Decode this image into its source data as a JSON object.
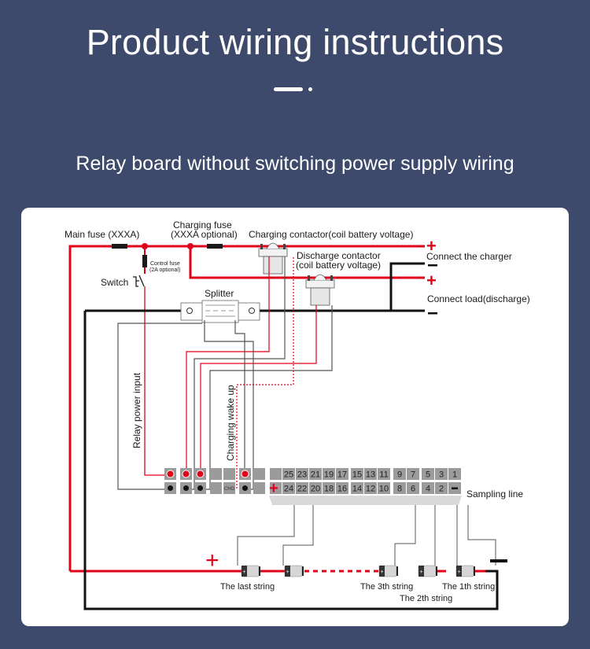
{
  "header": {
    "title": "Product wiring instructions",
    "subtitle": "Relay board without switching power supply wiring"
  },
  "diagram": {
    "labels": {
      "main_fuse": "Main fuse (XXXA)",
      "charging_fuse_line1": "Charging fuse",
      "charging_fuse_line2": "(XXXA optional)",
      "control_fuse_line1": "Control fuse",
      "control_fuse_line2": "(2A optional)",
      "switch": "Switch",
      "charging_contactor": "Charging contactor(coil battery voltage)",
      "discharge_contactor_line1": "Discharge contactor",
      "discharge_contactor_line2": "(coil battery voltage)",
      "connect_charger": "Connect the charger",
      "connect_load": "Connect load(discharge)",
      "splitter": "Splitter",
      "relay_power_input": "Relay power input",
      "charging_wake_up": "Charging wake up",
      "chg_terminal": "CHG",
      "sampling_line": "Sampling line",
      "plus_sign": "+",
      "minus_sign": "−"
    },
    "terminal_top_row": [
      "25",
      "23",
      "21",
      "19",
      "17",
      "15",
      "13",
      "11",
      "9",
      "7",
      "5",
      "3",
      "1"
    ],
    "terminal_bottom_row": [
      "24",
      "22",
      "20",
      "18",
      "16",
      "14",
      "12",
      "10",
      "8",
      "6",
      "4",
      "2"
    ],
    "battery_strings": {
      "last": "The last string",
      "third": "The 3th string",
      "second": "The 2th string",
      "first": "The 1th string"
    },
    "colors": {
      "positive_wire": "#e1001a",
      "negative_wire": "#111111",
      "signal_wire": "#555555",
      "terminal_gray": "#9b9b9b"
    }
  }
}
